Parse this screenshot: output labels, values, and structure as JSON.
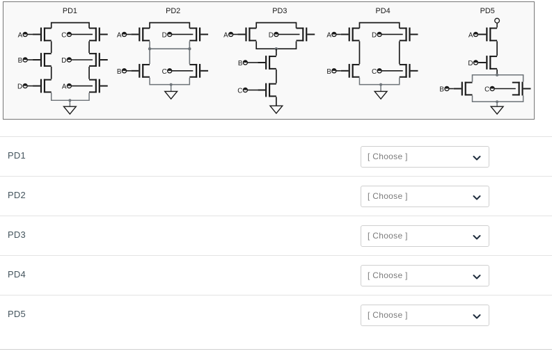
{
  "diagram": {
    "panel_background": "#f9f9f9",
    "panel_border_color": "#767676",
    "wire_color": "#1a1a1a",
    "rail_color": "#6d7378",
    "circuits": [
      {
        "id": "PD1",
        "title": "PD1",
        "topology": "two parallel branches of three series NMOS",
        "left_branch_gates": [
          "A",
          "B",
          "D"
        ],
        "right_branch_gates": [
          "C",
          "D",
          "A"
        ],
        "gate_labels": [
          "A",
          "B",
          "D",
          "C",
          "D",
          "A"
        ]
      },
      {
        "id": "PD2",
        "title": "PD2",
        "topology": "(A parallel D) in series with (B parallel C)",
        "upper_gates": [
          "A",
          "D"
        ],
        "lower_gates": [
          "B",
          "C"
        ],
        "gate_labels": [
          "A",
          "D",
          "B",
          "C"
        ]
      },
      {
        "id": "PD3",
        "title": "PD3",
        "topology": "(A parallel D) in series with B in series with C",
        "upper_gates": [
          "A",
          "D"
        ],
        "series_gates": [
          "B",
          "C"
        ],
        "gate_labels": [
          "A",
          "D",
          "B",
          "C"
        ]
      },
      {
        "id": "PD4",
        "title": "PD4",
        "topology": "(A series B) parallel (D series C)",
        "left_branch_gates": [
          "A",
          "B"
        ],
        "right_branch_gates": [
          "D",
          "C"
        ],
        "gate_labels": [
          "A",
          "D",
          "B",
          "C"
        ]
      },
      {
        "id": "PD5",
        "title": "PD5",
        "topology": "output node at top, A series D in series with (B parallel C)",
        "series_gates": [
          "A",
          "D"
        ],
        "parallel_gates": [
          "B",
          "C"
        ],
        "gate_labels": [
          "A",
          "D",
          "B",
          "C"
        ],
        "has_output_terminal": true
      }
    ]
  },
  "form": {
    "rows": [
      {
        "label": "PD1",
        "selected": "[ Choose ]"
      },
      {
        "label": "PD2",
        "selected": "[ Choose ]"
      },
      {
        "label": "PD3",
        "selected": "[ Choose ]"
      },
      {
        "label": "PD4",
        "selected": "[ Choose ]"
      },
      {
        "label": "PD5",
        "selected": "[ Choose ]"
      }
    ],
    "dropdown_icon": "chevron-down-icon",
    "placeholder_color": "#7b7b7b",
    "border_color": "#cfcfcf"
  }
}
